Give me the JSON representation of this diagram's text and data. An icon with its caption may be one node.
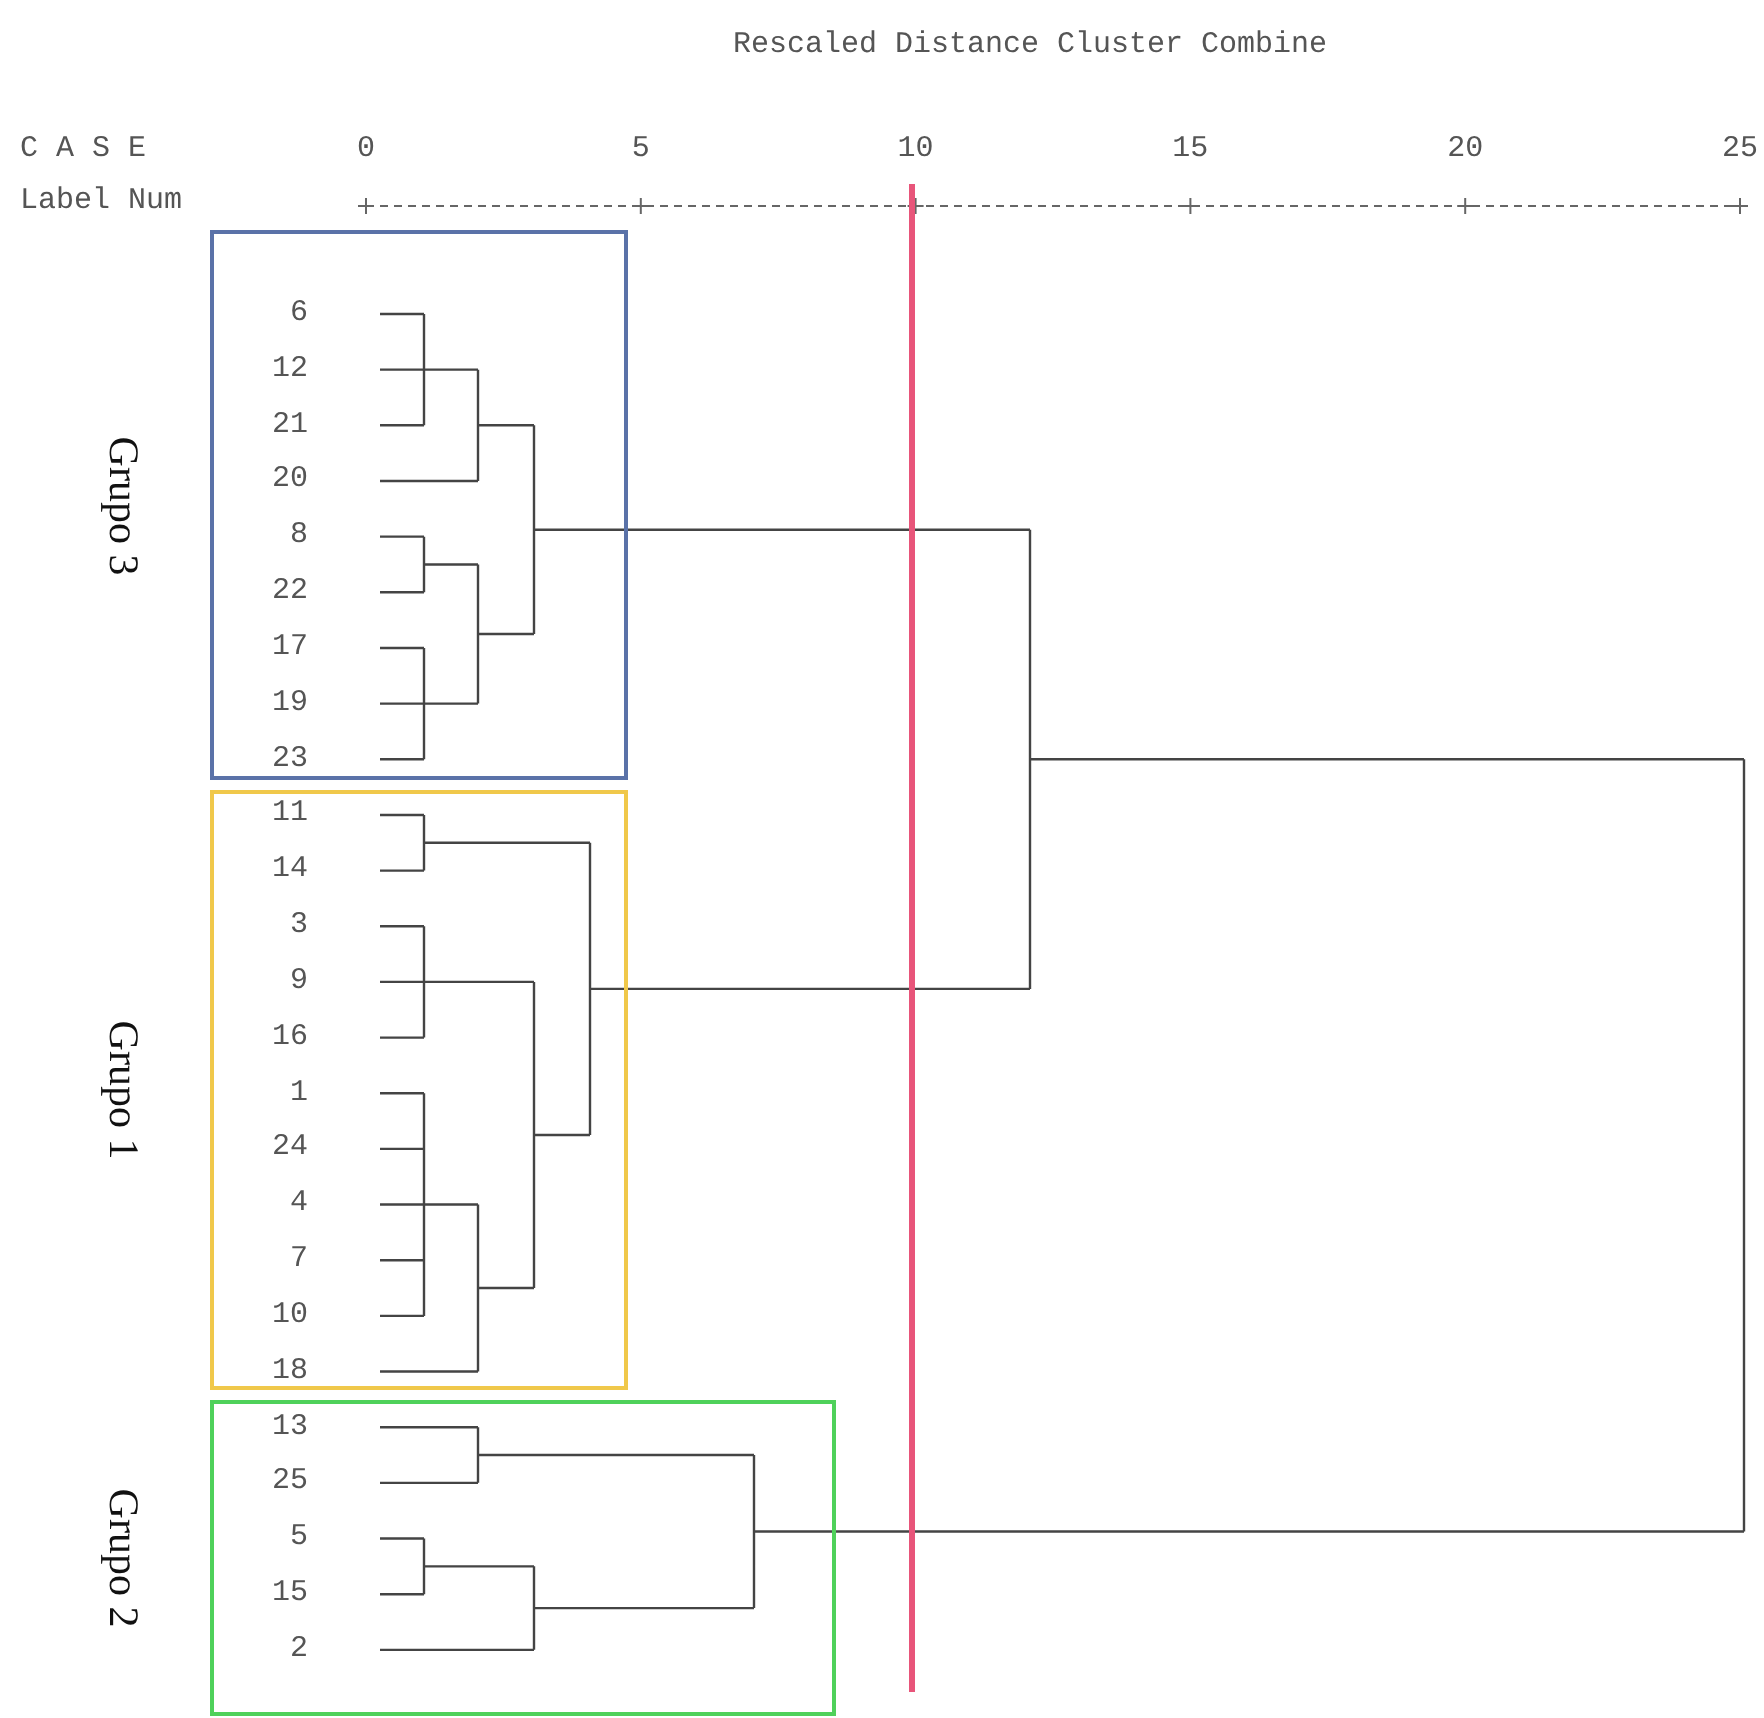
{
  "diagram": {
    "title": "Rescaled Distance Cluster Combine",
    "nodes": [
      {
        "text": [
          "Grupo 3"
        ]
      },
      {
        "text": [
          "6"
        ],
        "in": 0
      },
      {
        "text": [
          "12"
        ],
        "in": 0
      },
      {
        "text": [
          "21"
        ],
        "in": 0
      },
      {
        "text": [
          "20"
        ],
        "in": 0
      },
      {
        "text": [
          "8"
        ],
        "in": 0
      },
      {
        "text": [
          "22"
        ],
        "in": 0
      },
      {
        "text": [
          "17"
        ],
        "in": 0
      },
      {
        "text": [
          "19"
        ],
        "in": 0
      },
      {
        "text": [
          "23"
        ],
        "in": 0
      },
      {
        "text": [
          "Grupo 1"
        ]
      },
      {
        "text": [
          "11"
        ],
        "in": 10
      },
      {
        "text": [
          "14"
        ],
        "in": 10
      },
      {
        "text": [
          "3"
        ],
        "in": 10
      },
      {
        "text": [
          "9"
        ],
        "in": 10
      },
      {
        "text": [
          "16"
        ],
        "in": 10
      },
      {
        "text": [
          "1"
        ],
        "in": 10
      },
      {
        "text": [
          "24"
        ],
        "in": 10
      },
      {
        "text": [
          "4"
        ],
        "in": 10
      },
      {
        "text": [
          "7"
        ],
        "in": 10
      },
      {
        "text": [
          "10"
        ],
        "in": 10
      },
      {
        "text": [
          "18"
        ],
        "in": 10
      },
      {
        "text": [
          "Grupo 2"
        ]
      },
      {
        "text": [
          "13"
        ],
        "in": 22
      },
      {
        "text": [
          "25"
        ],
        "in": 22
      },
      {
        "text": [
          "5"
        ],
        "in": 22
      },
      {
        "text": [
          "15"
        ],
        "in": 22
      },
      {
        "text": [
          "2"
        ],
        "in": 22
      }
    ],
    "labels": [
      "C A S E",
      "0",
      "5",
      "10",
      "15",
      "20",
      "25",
      "Label",
      "Num"
    ]
  }
}
